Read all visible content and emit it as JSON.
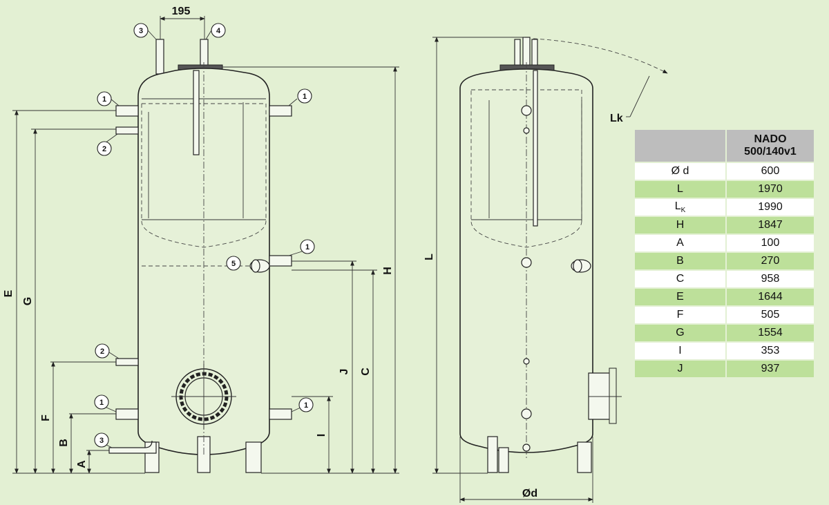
{
  "dimensions": {
    "pipe_spacing": "195",
    "front_view": [
      "E",
      "G",
      "F",
      "B",
      "A",
      "J",
      "C",
      "H",
      "I"
    ],
    "side_view": [
      "L",
      "Lk",
      "Ød"
    ]
  },
  "callouts": {
    "front": [
      "3",
      "4",
      "1",
      "1",
      "2",
      "1",
      "5",
      "2",
      "1",
      "1",
      "3"
    ]
  },
  "table": {
    "model_line1": "NADO",
    "model_line2": "500/140v1",
    "rows": [
      {
        "label": "Ø d",
        "value": "600"
      },
      {
        "label": "L",
        "value": "1970"
      },
      {
        "label": "L",
        "label_sub": "K",
        "value": "1990"
      },
      {
        "label": "H",
        "value": "1847"
      },
      {
        "label": "A",
        "value": "100"
      },
      {
        "label": "B",
        "value": "270"
      },
      {
        "label": "C",
        "value": "958"
      },
      {
        "label": "E",
        "value": "1644"
      },
      {
        "label": "F",
        "value": "505"
      },
      {
        "label": "G",
        "value": "1554"
      },
      {
        "label": "I",
        "value": "353"
      },
      {
        "label": "J",
        "value": "937"
      }
    ]
  }
}
